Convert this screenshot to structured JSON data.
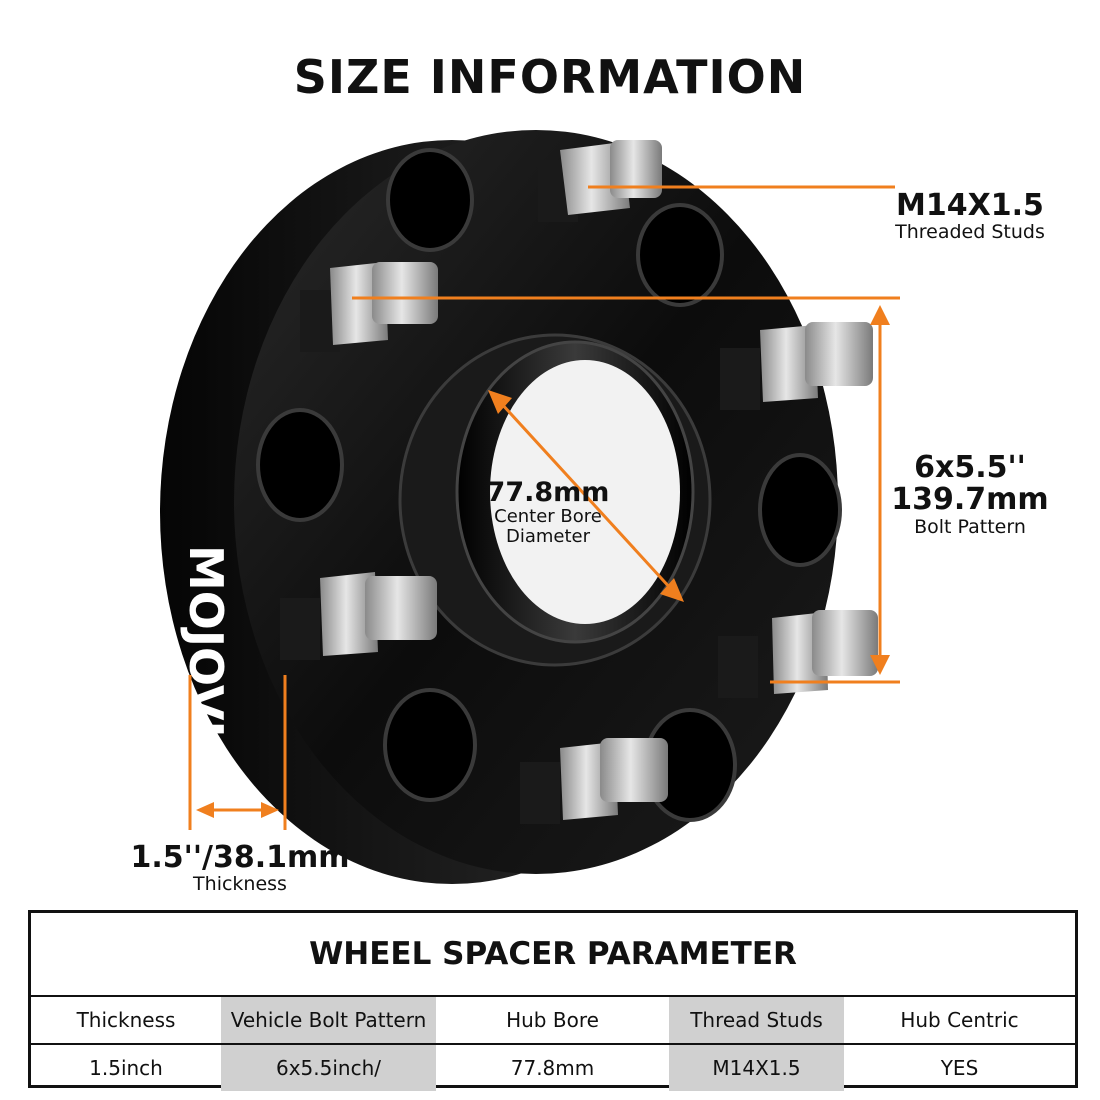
{
  "title": "SIZE INFORMATION",
  "brand": "MOJOVI",
  "callouts": {
    "studs": {
      "value": "M14X1.5",
      "label": "Threaded Studs"
    },
    "bolt_pattern": {
      "value_imperial": "6x5.5''",
      "value_metric": "139.7mm",
      "label": "Bolt Pattern"
    },
    "center_bore": {
      "value": "77.8mm",
      "label_line1": "Center Bore",
      "label_line2": "Diameter"
    },
    "thickness": {
      "value": "1.5''/38.1mm",
      "label": "Thickness"
    }
  },
  "table": {
    "title": "WHEEL SPACER PARAMETER",
    "headers": [
      "Thickness",
      "Vehicle Bolt Pattern",
      "Hub Bore",
      "Thread Studs",
      "Hub Centric"
    ],
    "values": [
      "1.5inch",
      "6x5.5inch/",
      "77.8mm",
      "M14X1.5",
      "YES"
    ]
  },
  "colors": {
    "accent": "#f07f1e",
    "spacer": "#111111",
    "stud": "#b8b8b8",
    "shaded_cell": "#d0d0d0"
  }
}
